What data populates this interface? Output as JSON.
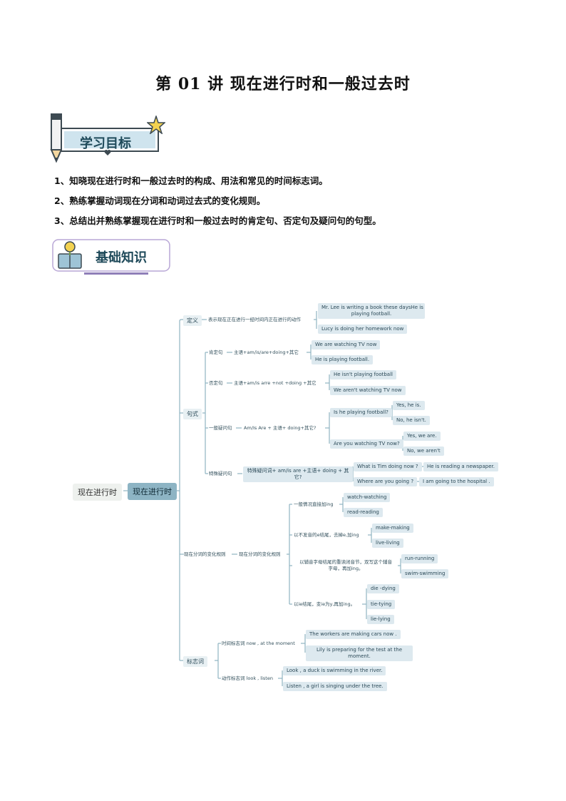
{
  "title": "第 01 讲  现在进行时和一般过去时",
  "section_goals": {
    "label": "学习目标"
  },
  "goals": [
    "1、知晓现在进行时和一般过去时的构成、用法和常见的时间标志词。",
    "2、熟练掌握动词现在分词和动词过去式的变化规则。",
    "3、总结出并熟练掌握现在进行时和一般过去时的肯定句、否定句及疑问句的句型。"
  ],
  "section_basics": {
    "label": "基础知识"
  },
  "mindmap": {
    "outer_root": "现在进行时",
    "root": "现在进行时",
    "definition": {
      "label": "定义",
      "text": "表示现在正在进行一经时间内正在进行的动作",
      "examples": [
        "Mr. Lee is writing a book these daysHe is",
        "playing football.",
        "Lucy is doing her homework now"
      ]
    },
    "sentence": {
      "label": "句式",
      "affirmative": {
        "label": "肯定句",
        "pattern": "主语+am/is/are+doing+其它",
        "examples": [
          "We are watching TV now",
          "He is playing football."
        ]
      },
      "negative": {
        "label": "否定句",
        "pattern": "主语+am/is arre +not +doing +其它",
        "examples": [
          "He isn't playing football",
          "We aren't watching TV now"
        ]
      },
      "general_q": {
        "label": "一般疑问句",
        "pattern": "Am/Is Are + 主语+ doing+其它?",
        "q1": "Is he playing football?",
        "q1_answers": [
          "Yes, he is.",
          "No, he isn't."
        ],
        "q2": "Are you watching TV now?",
        "q2_answers": [
          "Yes, we are.",
          "No, we aren't"
        ]
      },
      "special_q": {
        "label": "特殊疑问句",
        "pattern": [
          "特殊疑问词+ am/is are +主语+ doing + 其",
          "它?"
        ],
        "q1": "What is Tim doing now ?",
        "a1": "He is reading a newspaper.",
        "q2": "Where are you going ?",
        "a2": "I am going  to the hospital ."
      }
    },
    "participle": {
      "label": "现在分词的变化规则",
      "sub": "现在分词的变化规则",
      "rule1": {
        "text": "一般情况直接加ing",
        "examples": [
          "watch-watching",
          "read-reading"
        ]
      },
      "rule2": {
        "text": "以不发音的e结尾，去掉e,加ing",
        "examples": [
          "make-making",
          "live-living"
        ]
      },
      "rule3": {
        "text": [
          "以辅音字母结尾的重读闭音节，双写这个辅音",
          "字母，再加ing。"
        ],
        "examples": [
          "run-running",
          "swim-swimming"
        ]
      },
      "rule4": {
        "text": "以ie结尾，变ie为y,再加ing。",
        "examples": [
          "die -dying",
          "tie-tying",
          "lie-lying"
        ]
      }
    },
    "markers": {
      "label": "标志词",
      "time": {
        "text": "时间标志词 now , at the moment",
        "examples": [
          "The workers are making cars now .",
          "Lily is preparing for the test at the",
          "moment."
        ]
      },
      "action": {
        "text": "动作标志词 look , listen",
        "examples": [
          "Look , a duck is swimming in the river.",
          "Listen , a girl is singing under the tree."
        ]
      }
    }
  },
  "colors": {
    "line": "#8fb3c2",
    "root_bg": "#8db4c4",
    "leaf_bg": "#dde9ef",
    "pencil": "#4a6a7a",
    "star": "#f3d250"
  }
}
